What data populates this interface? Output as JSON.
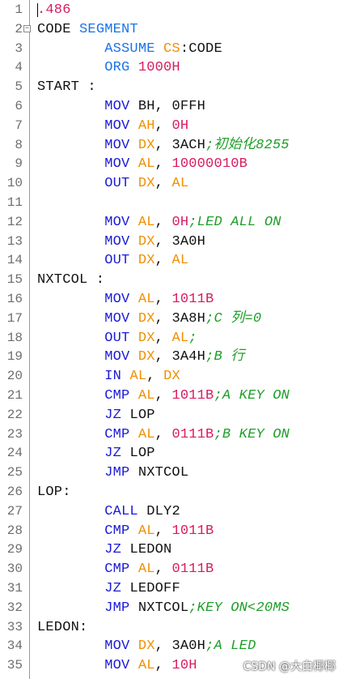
{
  "colors": {
    "keyword": "#1a73e8",
    "instruction": "#1a1ad6",
    "register": "#f09000",
    "number": "#d81b60",
    "comment": "#1e9e28",
    "plain": "#111111"
  },
  "watermark": "CSDN @大白椰椰",
  "lines": [
    {
      "n": "1",
      "tokens": [
        {
          "t": ".486",
          "c": "number"
        }
      ]
    },
    {
      "n": "2",
      "fold": true,
      "tokens": [
        {
          "t": "CODE ",
          "c": "plain"
        },
        {
          "t": "SEGMENT",
          "c": "keyword"
        }
      ]
    },
    {
      "n": "3",
      "tokens": [
        {
          "t": "        ",
          "c": "plain"
        },
        {
          "t": "ASSUME ",
          "c": "keyword"
        },
        {
          "t": "CS",
          "c": "register"
        },
        {
          "t": ":CODE",
          "c": "plain"
        }
      ]
    },
    {
      "n": "4",
      "tokens": [
        {
          "t": "        ",
          "c": "plain"
        },
        {
          "t": "ORG ",
          "c": "keyword"
        },
        {
          "t": "1000H",
          "c": "number"
        }
      ]
    },
    {
      "n": "5",
      "tokens": [
        {
          "t": "START :",
          "c": "plain"
        }
      ]
    },
    {
      "n": "6",
      "tokens": [
        {
          "t": "        ",
          "c": "plain"
        },
        {
          "t": "MOV ",
          "c": "instruction"
        },
        {
          "t": "BH",
          "c": "plain"
        },
        {
          "t": ", ",
          "c": "plain"
        },
        {
          "t": "0FFH",
          "c": "plain"
        }
      ]
    },
    {
      "n": "7",
      "tokens": [
        {
          "t": "        ",
          "c": "plain"
        },
        {
          "t": "MOV ",
          "c": "instruction"
        },
        {
          "t": "AH",
          "c": "register"
        },
        {
          "t": ", ",
          "c": "plain"
        },
        {
          "t": "0H",
          "c": "number"
        }
      ]
    },
    {
      "n": "8",
      "tokens": [
        {
          "t": "        ",
          "c": "plain"
        },
        {
          "t": "MOV ",
          "c": "instruction"
        },
        {
          "t": "DX",
          "c": "register"
        },
        {
          "t": ", ",
          "c": "plain"
        },
        {
          "t": "3ACH",
          "c": "plain"
        },
        {
          "t": ";初始化8255",
          "c": "comment"
        }
      ]
    },
    {
      "n": "9",
      "tokens": [
        {
          "t": "        ",
          "c": "plain"
        },
        {
          "t": "MOV ",
          "c": "instruction"
        },
        {
          "t": "AL",
          "c": "register"
        },
        {
          "t": ", ",
          "c": "plain"
        },
        {
          "t": "10000010B",
          "c": "number"
        }
      ]
    },
    {
      "n": "10",
      "tokens": [
        {
          "t": "        ",
          "c": "plain"
        },
        {
          "t": "OUT ",
          "c": "instruction"
        },
        {
          "t": "DX",
          "c": "register"
        },
        {
          "t": ", ",
          "c": "plain"
        },
        {
          "t": "AL",
          "c": "register"
        }
      ]
    },
    {
      "n": "11",
      "tokens": []
    },
    {
      "n": "12",
      "tokens": [
        {
          "t": "        ",
          "c": "plain"
        },
        {
          "t": "MOV ",
          "c": "instruction"
        },
        {
          "t": "AL",
          "c": "register"
        },
        {
          "t": ", ",
          "c": "plain"
        },
        {
          "t": "0H",
          "c": "number"
        },
        {
          "t": ";LED ALL ON",
          "c": "comment"
        }
      ]
    },
    {
      "n": "13",
      "tokens": [
        {
          "t": "        ",
          "c": "plain"
        },
        {
          "t": "MOV ",
          "c": "instruction"
        },
        {
          "t": "DX",
          "c": "register"
        },
        {
          "t": ", ",
          "c": "plain"
        },
        {
          "t": "3A0H",
          "c": "plain"
        }
      ]
    },
    {
      "n": "14",
      "tokens": [
        {
          "t": "        ",
          "c": "plain"
        },
        {
          "t": "OUT ",
          "c": "instruction"
        },
        {
          "t": "DX",
          "c": "register"
        },
        {
          "t": ", ",
          "c": "plain"
        },
        {
          "t": "AL",
          "c": "register"
        }
      ]
    },
    {
      "n": "15",
      "tokens": [
        {
          "t": "NXTCOL :",
          "c": "plain"
        }
      ]
    },
    {
      "n": "16",
      "tokens": [
        {
          "t": "        ",
          "c": "plain"
        },
        {
          "t": "MOV ",
          "c": "instruction"
        },
        {
          "t": "AL",
          "c": "register"
        },
        {
          "t": ", ",
          "c": "plain"
        },
        {
          "t": "1011B",
          "c": "number"
        }
      ]
    },
    {
      "n": "17",
      "tokens": [
        {
          "t": "        ",
          "c": "plain"
        },
        {
          "t": "MOV ",
          "c": "instruction"
        },
        {
          "t": "DX",
          "c": "register"
        },
        {
          "t": ", ",
          "c": "plain"
        },
        {
          "t": "3A8H",
          "c": "plain"
        },
        {
          "t": ";C 列=0",
          "c": "comment"
        }
      ]
    },
    {
      "n": "18",
      "tokens": [
        {
          "t": "        ",
          "c": "plain"
        },
        {
          "t": "OUT ",
          "c": "instruction"
        },
        {
          "t": "DX",
          "c": "register"
        },
        {
          "t": ", ",
          "c": "plain"
        },
        {
          "t": "AL",
          "c": "register"
        },
        {
          "t": ";",
          "c": "comment"
        }
      ]
    },
    {
      "n": "19",
      "tokens": [
        {
          "t": "        ",
          "c": "plain"
        },
        {
          "t": "MOV ",
          "c": "instruction"
        },
        {
          "t": "DX",
          "c": "register"
        },
        {
          "t": ", ",
          "c": "plain"
        },
        {
          "t": "3A4H",
          "c": "plain"
        },
        {
          "t": ";B 行",
          "c": "comment"
        }
      ]
    },
    {
      "n": "20",
      "tokens": [
        {
          "t": "        ",
          "c": "plain"
        },
        {
          "t": "IN ",
          "c": "instruction"
        },
        {
          "t": "AL",
          "c": "register"
        },
        {
          "t": ", ",
          "c": "plain"
        },
        {
          "t": "DX",
          "c": "register"
        }
      ]
    },
    {
      "n": "21",
      "tokens": [
        {
          "t": "        ",
          "c": "plain"
        },
        {
          "t": "CMP ",
          "c": "instruction"
        },
        {
          "t": "AL",
          "c": "register"
        },
        {
          "t": ", ",
          "c": "plain"
        },
        {
          "t": "1011B",
          "c": "number"
        },
        {
          "t": ";A KEY ON",
          "c": "comment"
        }
      ]
    },
    {
      "n": "22",
      "tokens": [
        {
          "t": "        ",
          "c": "plain"
        },
        {
          "t": "JZ ",
          "c": "instruction"
        },
        {
          "t": "LOP",
          "c": "plain"
        }
      ]
    },
    {
      "n": "23",
      "tokens": [
        {
          "t": "        ",
          "c": "plain"
        },
        {
          "t": "CMP ",
          "c": "instruction"
        },
        {
          "t": "AL",
          "c": "register"
        },
        {
          "t": ", ",
          "c": "plain"
        },
        {
          "t": "0111B",
          "c": "number"
        },
        {
          "t": ";B KEY ON",
          "c": "comment"
        }
      ]
    },
    {
      "n": "24",
      "tokens": [
        {
          "t": "        ",
          "c": "plain"
        },
        {
          "t": "JZ ",
          "c": "instruction"
        },
        {
          "t": "LOP",
          "c": "plain"
        }
      ]
    },
    {
      "n": "25",
      "tokens": [
        {
          "t": "        ",
          "c": "plain"
        },
        {
          "t": "JMP ",
          "c": "instruction"
        },
        {
          "t": "NXTCOL",
          "c": "plain"
        }
      ]
    },
    {
      "n": "26",
      "tokens": [
        {
          "t": "LOP:",
          "c": "plain"
        }
      ]
    },
    {
      "n": "27",
      "tokens": [
        {
          "t": "        ",
          "c": "plain"
        },
        {
          "t": "CALL ",
          "c": "instruction"
        },
        {
          "t": "DLY2",
          "c": "plain"
        }
      ]
    },
    {
      "n": "28",
      "tokens": [
        {
          "t": "        ",
          "c": "plain"
        },
        {
          "t": "CMP ",
          "c": "instruction"
        },
        {
          "t": "AL",
          "c": "register"
        },
        {
          "t": ", ",
          "c": "plain"
        },
        {
          "t": "1011B",
          "c": "number"
        }
      ]
    },
    {
      "n": "29",
      "tokens": [
        {
          "t": "        ",
          "c": "plain"
        },
        {
          "t": "JZ ",
          "c": "instruction"
        },
        {
          "t": "LEDON",
          "c": "plain"
        }
      ]
    },
    {
      "n": "30",
      "tokens": [
        {
          "t": "        ",
          "c": "plain"
        },
        {
          "t": "CMP ",
          "c": "instruction"
        },
        {
          "t": "AL",
          "c": "register"
        },
        {
          "t": ", ",
          "c": "plain"
        },
        {
          "t": "0111B",
          "c": "number"
        }
      ]
    },
    {
      "n": "31",
      "tokens": [
        {
          "t": "        ",
          "c": "plain"
        },
        {
          "t": "JZ ",
          "c": "instruction"
        },
        {
          "t": "LEDOFF",
          "c": "plain"
        }
      ]
    },
    {
      "n": "32",
      "tokens": [
        {
          "t": "        ",
          "c": "plain"
        },
        {
          "t": "JMP ",
          "c": "instruction"
        },
        {
          "t": "NXTCOL",
          "c": "plain"
        },
        {
          "t": ";KEY ON<20MS",
          "c": "comment"
        }
      ]
    },
    {
      "n": "33",
      "tokens": [
        {
          "t": "LEDON:",
          "c": "plain"
        }
      ]
    },
    {
      "n": "34",
      "tokens": [
        {
          "t": "        ",
          "c": "plain"
        },
        {
          "t": "MOV ",
          "c": "instruction"
        },
        {
          "t": "DX",
          "c": "register"
        },
        {
          "t": ", ",
          "c": "plain"
        },
        {
          "t": "3A0H",
          "c": "plain"
        },
        {
          "t": ";A LED",
          "c": "comment"
        }
      ]
    },
    {
      "n": "35",
      "tokens": [
        {
          "t": "        ",
          "c": "plain"
        },
        {
          "t": "MOV ",
          "c": "instruction"
        },
        {
          "t": "AL",
          "c": "register"
        },
        {
          "t": ", ",
          "c": "plain"
        },
        {
          "t": "10H",
          "c": "number"
        }
      ]
    }
  ]
}
